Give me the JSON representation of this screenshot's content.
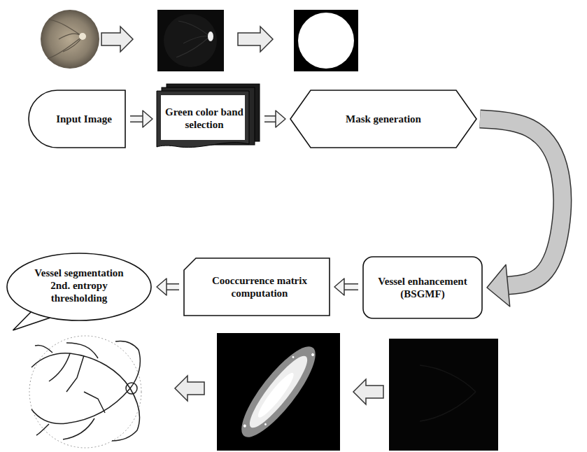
{
  "diagram": {
    "nodes": [
      {
        "text": [
          "Input Image"
        ]
      },
      {
        "text": [
          "Green color band selection"
        ]
      },
      {
        "text": [
          "Mask generation"
        ]
      },
      {
        "text": [
          "Vessel segmentation 2nd. entropy thresholding"
        ]
      },
      {
        "text": [
          "Cooccurrence matrix computation"
        ]
      },
      {
        "text": [
          "Vessel enhancement (BSGMF)"
        ]
      }
    ],
    "edges": [
      {
        "from": 0,
        "to": 1,
        "arrow": "to"
      },
      {
        "from": 1,
        "to": 2,
        "arrow": "to"
      },
      {
        "from": 2,
        "to": 5,
        "arrow": "to"
      },
      {
        "from": 5,
        "to": 4,
        "arrow": "to"
      },
      {
        "from": 4,
        "to": 3,
        "arrow": "to"
      }
    ]
  }
}
